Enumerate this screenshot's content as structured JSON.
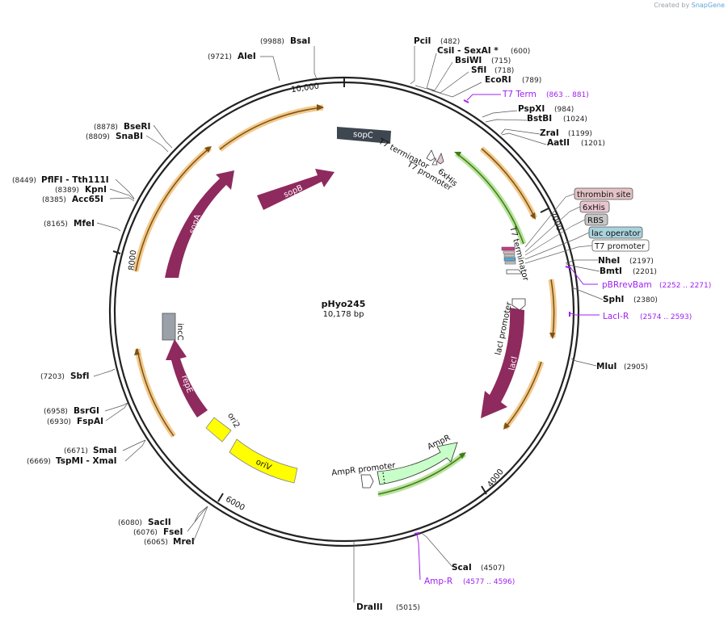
{
  "credit": {
    "prefix": "Created by",
    "brand": "SnapGene"
  },
  "plasmid": {
    "name": "pHyo245",
    "size_label": "10,178 bp"
  },
  "ticks": [
    "10,000",
    "2000",
    "4000",
    "6000",
    "8000"
  ],
  "sites": [
    {
      "name": "BsaI",
      "pos": "(9988)"
    },
    {
      "name": "AleI",
      "pos": "(9721)"
    },
    {
      "name": "PciI",
      "pos": "(482)"
    },
    {
      "name": "CsiI - SexAI *",
      "pos": "(600)"
    },
    {
      "name": "BsiWI",
      "pos": "(715)"
    },
    {
      "name": "SfiI",
      "pos": "(718)"
    },
    {
      "name": "EcoRI",
      "pos": "(789)"
    },
    {
      "name": "PspXI",
      "pos": "(984)"
    },
    {
      "name": "BstBI",
      "pos": "(1024)"
    },
    {
      "name": "ZraI",
      "pos": "(1199)"
    },
    {
      "name": "AatII",
      "pos": "(1201)"
    },
    {
      "name": "NheI",
      "pos": "(2197)"
    },
    {
      "name": "BmtI",
      "pos": "(2201)"
    },
    {
      "name": "SphI",
      "pos": "(2380)"
    },
    {
      "name": "MluI",
      "pos": "(2905)"
    },
    {
      "name": "ScaI",
      "pos": "(4507)"
    },
    {
      "name": "DraIII",
      "pos": "(5015)"
    },
    {
      "name": "SacII",
      "pos": "(6080)"
    },
    {
      "name": "FseI",
      "pos": "(6076)"
    },
    {
      "name": "MreI",
      "pos": "(6065)"
    },
    {
      "name": "SmaI",
      "pos": "(6671)"
    },
    {
      "name": "TspMI - XmaI",
      "pos": "(6669)"
    },
    {
      "name": "BsrGI",
      "pos": "(6958)"
    },
    {
      "name": "FspAI",
      "pos": "(6930)"
    },
    {
      "name": "SbfI",
      "pos": "(7203)"
    },
    {
      "name": "MfeI",
      "pos": "(8165)"
    },
    {
      "name": "PflFI - Tth111I",
      "pos": "(8449)"
    },
    {
      "name": "KpnI",
      "pos": "(8389)"
    },
    {
      "name": "Acc65I",
      "pos": "(8385)"
    },
    {
      "name": "BseRI",
      "pos": "(8878)"
    },
    {
      "name": "SnaBI",
      "pos": "(8809)"
    }
  ],
  "primers": [
    {
      "name": "T7 Term",
      "pos": "(863 .. 881)"
    },
    {
      "name": "pBRrevBam",
      "pos": "(2252 .. 2271)"
    },
    {
      "name": "LacI-R",
      "pos": "(2574 .. 2593)"
    },
    {
      "name": "Amp-R",
      "pos": "(4577 .. 4596)"
    }
  ],
  "feature_boxes": [
    "thrombin site",
    "6xHis",
    "RBS",
    "lac operator",
    "T7 promoter"
  ],
  "features": {
    "sopC": "sopC",
    "sopB": "sopB",
    "sopA": "sopA",
    "repE": "repE",
    "incC": "incC",
    "ori2": "ori2",
    "oriV": "oriV",
    "AmpR": "AmpR",
    "AmpR_promoter": "AmpR promoter",
    "lacI": "lacI",
    "lacI_promoter": "lacI promoter",
    "T7_terminator_top": "T7 terminator",
    "sixHis_top": "6xHis",
    "T7_promoter_top": "T7 promoter",
    "T7_terminator_right": "T7 terminator"
  },
  "colors": {
    "backbone": "#222222",
    "magenta_feature": "#8e2a5e",
    "dark_feature": "#3e4650",
    "grey_feature": "#9aa1a8",
    "yellow_feature": "#ffff00",
    "ampr_fill": "#c8ffc8",
    "orf_orange": "#f3c98b",
    "orf_green": "#b8e39a",
    "primer": "#a020f0",
    "thrombin_box": "#e3c1c5",
    "his_box": "#e8c5cf",
    "rbs_box": "#c6c6c6",
    "lacop_box": "#a9d3dd",
    "t7prom_box": "#ffffff"
  }
}
